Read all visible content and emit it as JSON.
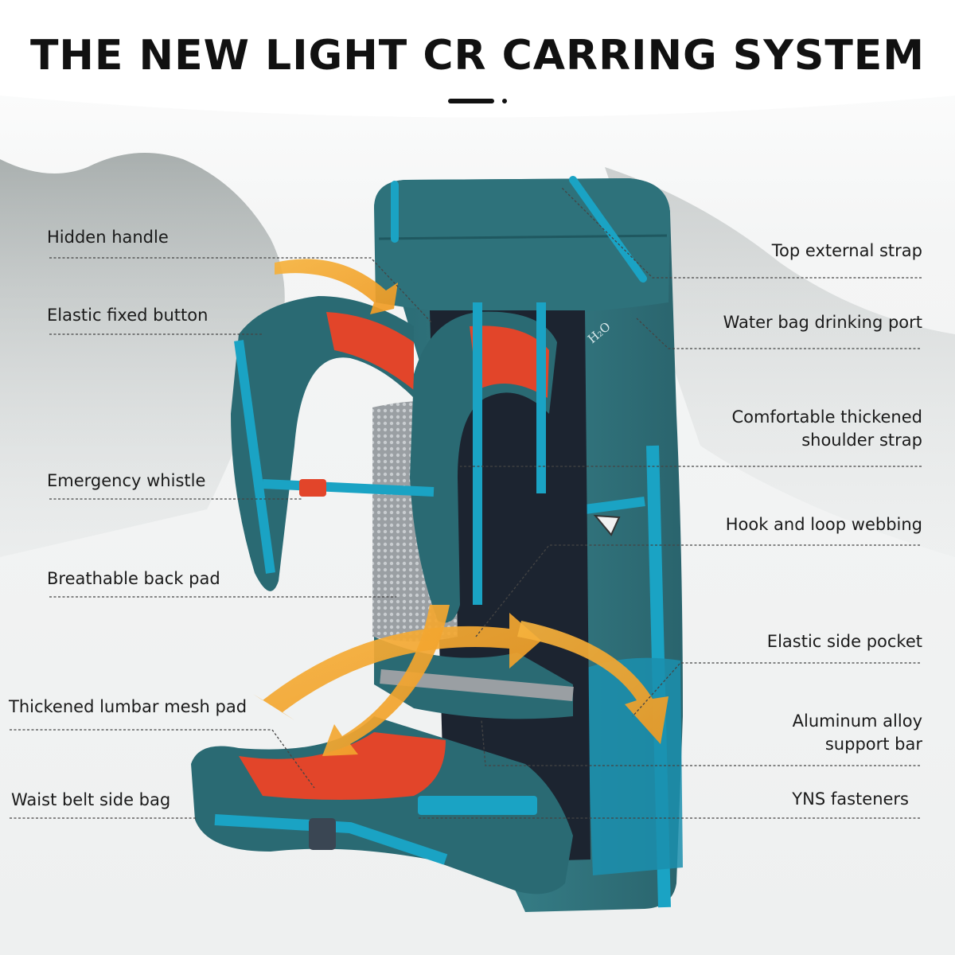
{
  "title": "THE NEW LIGHT CR CARRING SYSTEM",
  "product_print": "H₂O",
  "colors": {
    "bag_body": "#2d6f78",
    "accent_teal": "#1aa3c4",
    "orange_pad": "#e2452a",
    "arrow": "#f2a32c",
    "leader_line": "#444444"
  },
  "callouts_left": [
    {
      "id": "hidden-handle",
      "label": "Hidden handle"
    },
    {
      "id": "elastic-fixed-button",
      "label": "Elastic fixed button"
    },
    {
      "id": "emergency-whistle",
      "label": "Emergency whistle"
    },
    {
      "id": "breathable-back-pad",
      "label": "Breathable back pad"
    },
    {
      "id": "thickened-lumbar-mesh-pad",
      "label": "Thickened lumbar mesh pad"
    },
    {
      "id": "waist-belt-side-bag",
      "label": "Waist belt side bag"
    }
  ],
  "callouts_right": [
    {
      "id": "top-external-strap",
      "label": "Top external strap"
    },
    {
      "id": "water-bag-drinking-port",
      "label": "Water bag drinking port"
    },
    {
      "id": "shoulder-strap",
      "line1": "Comfortable thickened",
      "line2": "shoulder strap"
    },
    {
      "id": "hook-and-loop-webbing",
      "label": "Hook and loop webbing"
    },
    {
      "id": "elastic-side-pocket",
      "label": "Elastic side pocket"
    },
    {
      "id": "aluminum-alloy-support-bar",
      "line1": "Aluminum alloy",
      "line2": "support bar"
    },
    {
      "id": "yns-fasteners",
      "label": "YNS fasteners"
    }
  ]
}
